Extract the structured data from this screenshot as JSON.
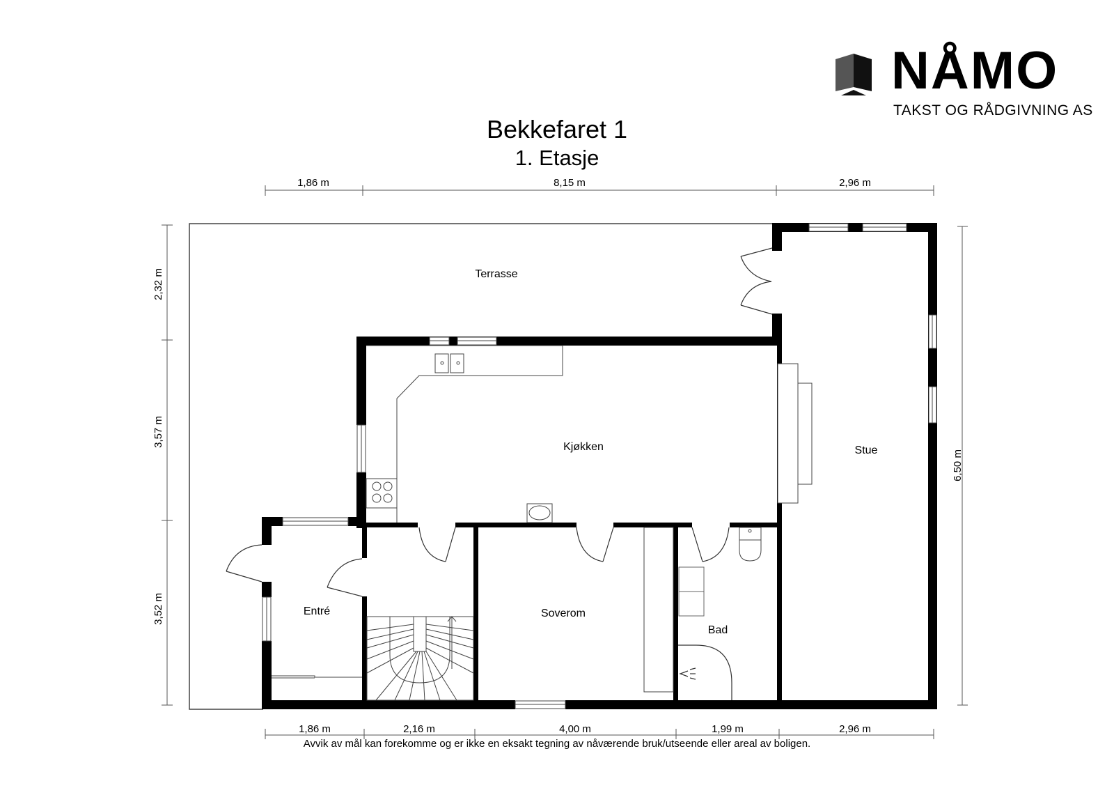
{
  "logo": {
    "icon": "house-cube-icon",
    "wordmark": "NÅMO",
    "tagline": "TAKST OG RÅDGIVNING AS"
  },
  "header": {
    "title": "Bekkefaret 1",
    "floor": "1. Etasje"
  },
  "rooms": {
    "terrasse": "Terrasse",
    "kjokken": "Kjøkken",
    "stue": "Stue",
    "entre": "Entré",
    "soverom": "Soverom",
    "bad": "Bad"
  },
  "dimensions": {
    "top": [
      "1,86 m",
      "8,15 m",
      "2,96 m"
    ],
    "bottom": [
      "1,86 m",
      "2,16 m",
      "4,00 m",
      "1,99 m",
      "2,96 m"
    ],
    "left": [
      "2,32 m",
      "3,57 m",
      "3,52 m"
    ],
    "right": [
      "6,50 m"
    ]
  },
  "footer": {
    "disclaimer": "Avvik av mål kan forekomme og er ikke en eksakt tegning av nåværende bruk/utseende eller areal av boligen."
  },
  "colors": {
    "wall": "#000000",
    "line": "#333333",
    "background": "#ffffff",
    "logo_grey": "#555555"
  }
}
